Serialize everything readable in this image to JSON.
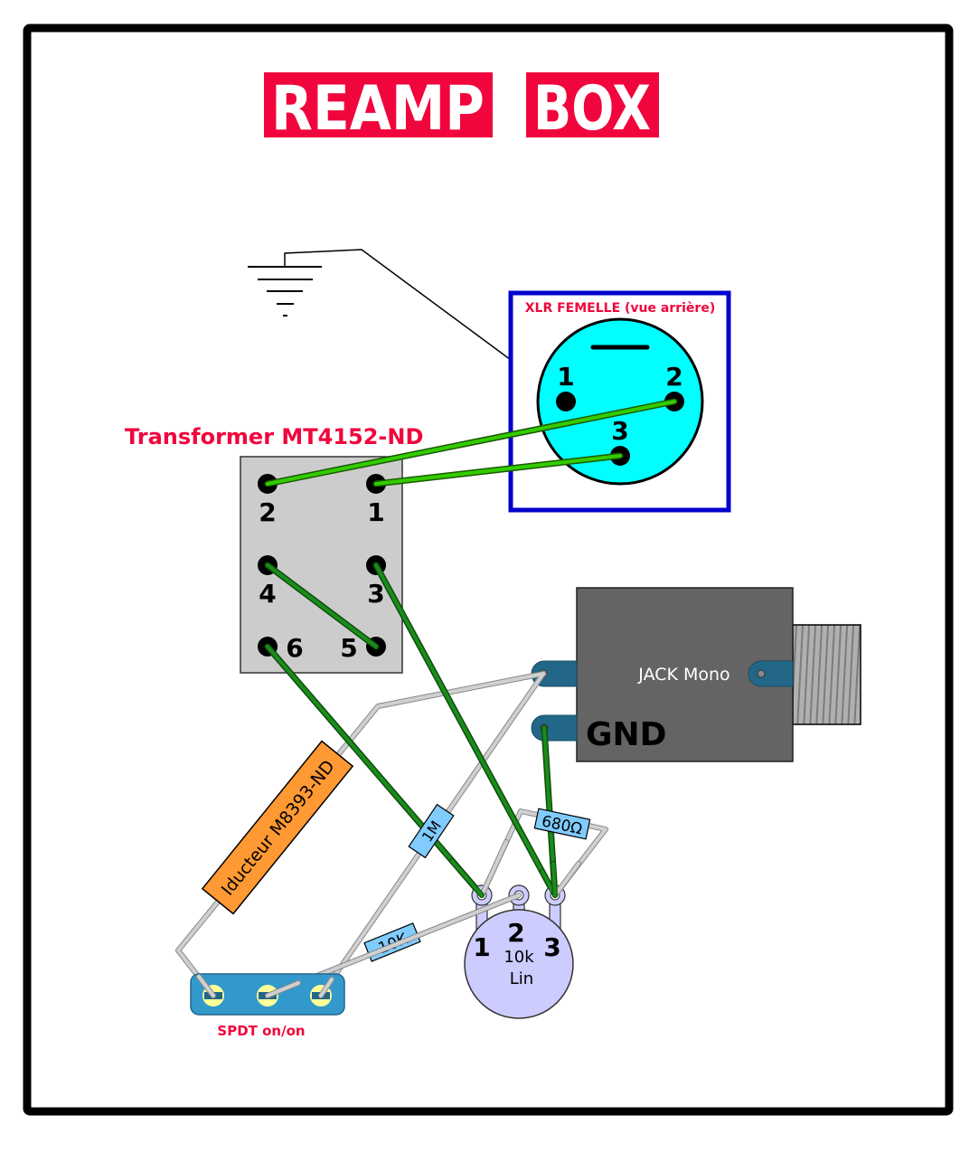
{
  "title": {
    "word1": "REAMP",
    "word2": "BOX",
    "color": "#f0063c"
  },
  "ground": {
    "label": "ground-symbol"
  },
  "xlr": {
    "label": "XLR FEMELLE (vue arrière)",
    "pins": [
      "1",
      "2",
      "3"
    ],
    "body_color": "#00ffff",
    "frame_color": "#0000cc"
  },
  "transformer": {
    "label": "Transformer MT4152-ND",
    "pins": [
      "2",
      "1",
      "4",
      "3",
      "6",
      "5"
    ],
    "body_color": "#cccccc"
  },
  "jack": {
    "label": "JACK Mono",
    "gnd_label": "GND",
    "body_color": "#646464"
  },
  "inductor": {
    "label": "Iducteur M8393-ND",
    "color": "#ff9933"
  },
  "resistors": {
    "r1": "1M",
    "r2": "10K",
    "r3": "680Ω",
    "color": "#80ccff"
  },
  "potentiometer": {
    "pins": [
      "1",
      "2",
      "3"
    ],
    "value": "10k",
    "taper": "Lin",
    "color": "#ccccff"
  },
  "switch": {
    "label": "SPDT on/on",
    "color": "#3399cc"
  },
  "wire_colors": {
    "green_light": "#33cc00",
    "green_dark": "#118811",
    "grey": "#cccccc"
  }
}
